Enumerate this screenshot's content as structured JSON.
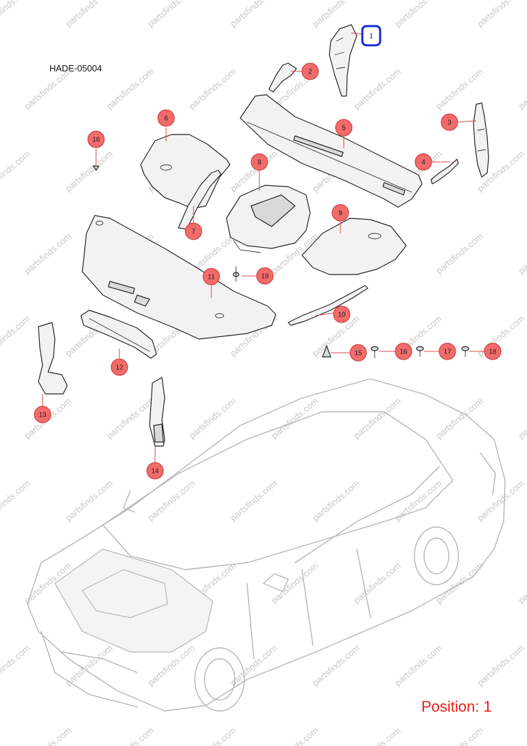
{
  "diagram": {
    "reference_code": "HADE-05004",
    "position_label": "Position: 1",
    "watermark_text": "partsfinds.com",
    "selected_callout": "1",
    "colors": {
      "callout_fill": "#f26b6b",
      "selected_outline": "#1428d8",
      "position_text": "#e81c1c"
    },
    "callouts": [
      "1",
      "2",
      "3",
      "4",
      "5",
      "6",
      "7",
      "8",
      "9",
      "10",
      "11",
      "12",
      "13",
      "14",
      "15",
      "16",
      "17",
      "18",
      "19"
    ]
  }
}
